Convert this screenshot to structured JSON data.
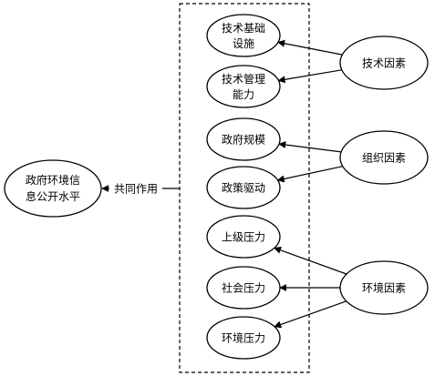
{
  "diagram": {
    "outcome": {
      "id": "outcome",
      "label_lines": [
        "政府环境信",
        "息公开水平"
      ]
    },
    "combined_label": "共同作用",
    "indicators": [
      {
        "id": "tech-infrastructure",
        "label_lines": [
          "技术基础",
          "设施"
        ]
      },
      {
        "id": "tech-management",
        "label_lines": [
          "技术管理",
          "能力"
        ]
      },
      {
        "id": "government-scale",
        "label_lines": [
          "政府规模"
        ]
      },
      {
        "id": "policy-drive",
        "label_lines": [
          "政策驱动"
        ]
      },
      {
        "id": "superior-pressure",
        "label_lines": [
          "上级压力"
        ]
      },
      {
        "id": "social-pressure",
        "label_lines": [
          "社会压力"
        ]
      },
      {
        "id": "environment-pressure",
        "label_lines": [
          "环境压力"
        ]
      }
    ],
    "factors": [
      {
        "id": "technology-factors",
        "label": "技术因素",
        "targets": [
          "tech-infrastructure",
          "tech-management"
        ]
      },
      {
        "id": "organization-factors",
        "label": "组织因素",
        "targets": [
          "government-scale",
          "policy-drive"
        ]
      },
      {
        "id": "environment-factors",
        "label": "环境因素",
        "targets": [
          "superior-pressure",
          "social-pressure",
          "environment-pressure"
        ]
      }
    ],
    "colors": {
      "stroke": "#000000",
      "fill": "#ffffff",
      "text": "#000000"
    }
  }
}
